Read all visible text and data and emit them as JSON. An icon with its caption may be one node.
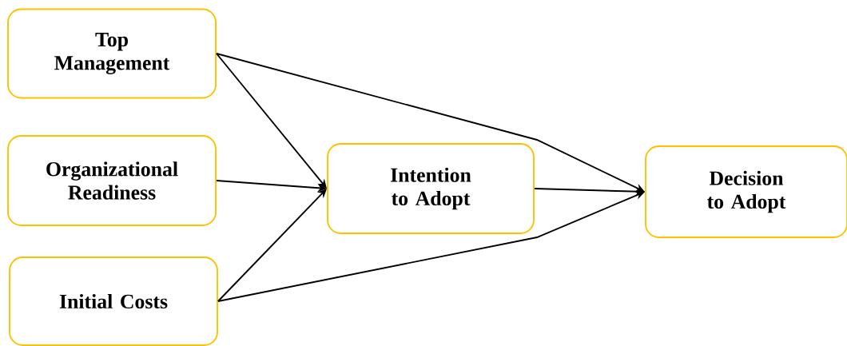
{
  "diagram": {
    "nodes": [
      {
        "text": [
          "Top Management"
        ]
      },
      {
        "text": [
          "Organizational Readiness"
        ]
      },
      {
        "text": [
          "Initial Costs"
        ]
      },
      {
        "text": [
          "Intention to Adopt"
        ]
      },
      {
        "text": [
          "Decision to Adopt"
        ]
      }
    ],
    "edges": [
      {
        "from": 0,
        "to": 3,
        "arrow": "to"
      },
      {
        "from": 1,
        "to": 3,
        "arrow": "to"
      },
      {
        "from": 2,
        "to": 3,
        "arrow": "to"
      },
      {
        "from": 0,
        "to": 4,
        "arrow": "to"
      },
      {
        "from": 3,
        "to": 4,
        "arrow": "to"
      },
      {
        "from": 2,
        "to": 4,
        "arrow": "to"
      }
    ]
  }
}
